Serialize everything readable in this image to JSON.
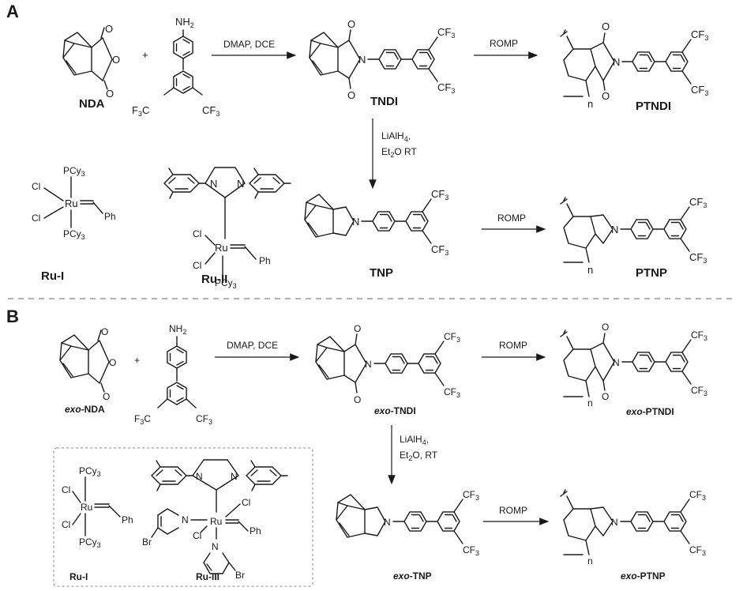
{
  "panels": {
    "a": "A",
    "b": "B"
  },
  "labels": {
    "nda": "NDA",
    "tndi": "TNDI",
    "ptndi": "PTNDI",
    "tnp": "TNP",
    "ptnp": "PTNP",
    "ru1": "Ru-I",
    "ru2": "Ru-II",
    "ru3": "Ru-III",
    "exo_prefix": "exo",
    "exo_nda": "-NDA",
    "exo_tndi": "-TNDI",
    "exo_ptndi": "-PTNDI",
    "exo_tnp": "-TNP",
    "exo_ptnp": "-PTNP"
  },
  "conditions": {
    "dmap_dce": "DMAP, DCE",
    "romp": "ROMP",
    "lialh4": "LiAlH",
    "lialh4_sub": "4",
    "et2o_rt_a": "O  RT",
    "et2o_rt_b": "O, RT",
    "et": "Et",
    "et_sub": "2",
    "plus": "+"
  },
  "atoms": {
    "o": "O",
    "n": "N",
    "nh2": "NH",
    "sub2": "2",
    "cf3": "CF",
    "sub3": "3",
    "f3c": "F",
    "f3c_c": "C",
    "n_index": "n",
    "cl": "Cl",
    "ru": "Ru",
    "ph": "Ph",
    "pcy3": "PCy",
    "br": "Br"
  }
}
